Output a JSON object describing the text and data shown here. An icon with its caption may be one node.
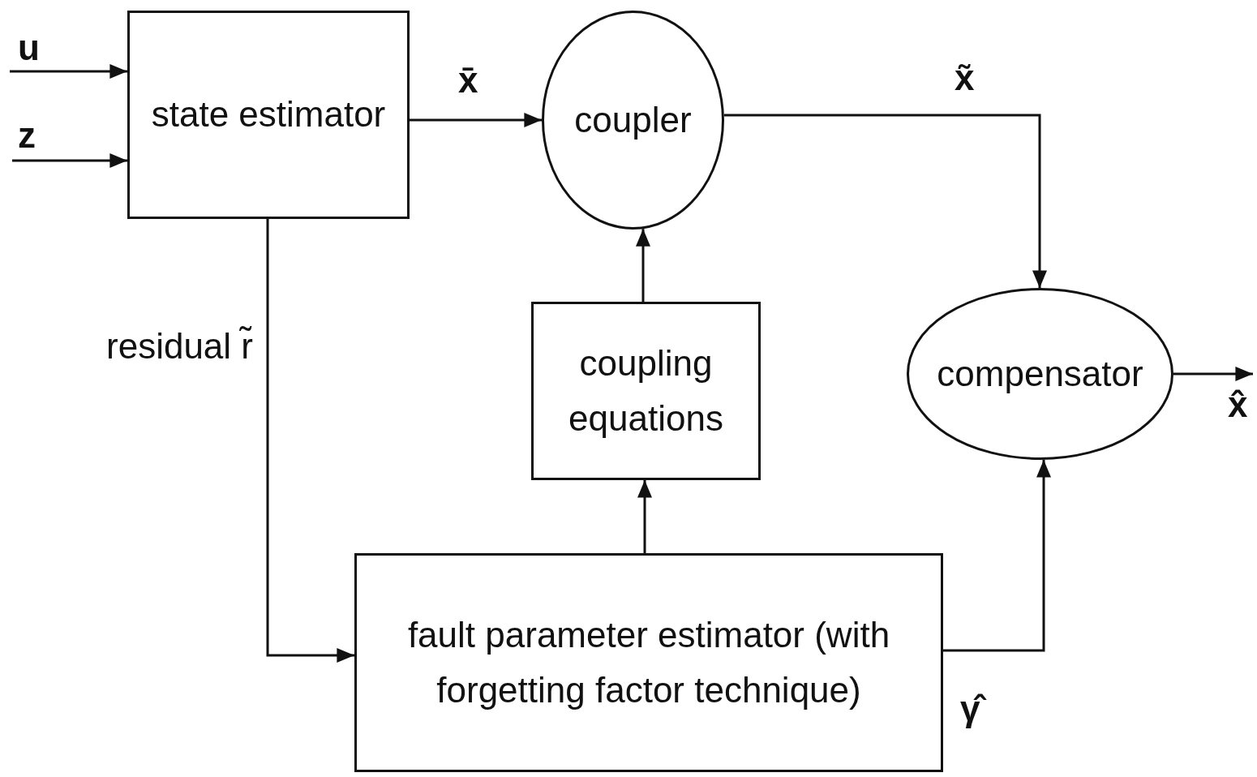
{
  "diagram": {
    "nodes": [
      {
        "text": [
          "state estimator"
        ]
      },
      {
        "text": [
          "coupler"
        ]
      },
      {
        "text": [
          "coupling equations"
        ]
      },
      {
        "text": [
          "compensator"
        ]
      },
      {
        "text": [
          "fault parameter estimator (with forgetting factor technique)"
        ]
      }
    ],
    "edges": [
      {
        "from": null,
        "to": 0,
        "arrow": "to",
        "label": "u"
      },
      {
        "from": null,
        "to": 0,
        "arrow": "to",
        "label": "z"
      },
      {
        "from": 0,
        "to": 1,
        "arrow": "to",
        "label": "x̄"
      },
      {
        "from": 1,
        "to": 3,
        "arrow": "to",
        "label": "x̃"
      },
      {
        "from": 2,
        "to": 1,
        "arrow": "to"
      },
      {
        "from": 4,
        "to": 2,
        "arrow": "to"
      },
      {
        "from": 0,
        "to": 4,
        "arrow": "to",
        "label": "residual r̃"
      },
      {
        "from": 4,
        "to": 3,
        "arrow": "to",
        "label": "γ̂"
      },
      {
        "from": 3,
        "to": null,
        "arrow": "to",
        "label": "x̂"
      }
    ]
  }
}
